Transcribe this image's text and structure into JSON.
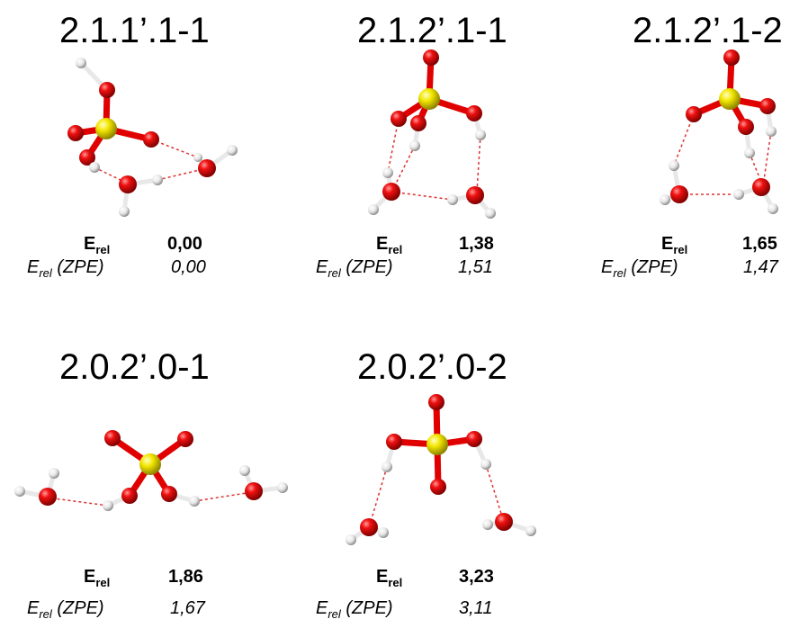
{
  "energy_label": "E",
  "energy_subscript": "rel",
  "zpe_label_suffix": " (ZPE)",
  "colors": {
    "oxygen": "#e00000",
    "sulfur": "#f2e600",
    "hydrogen": "#f4f4f4",
    "hbond": "#e03030"
  },
  "structures": [
    {
      "title": "2.1.1’.1-1",
      "erel": "0,00",
      "erel_zpe": "0,00"
    },
    {
      "title": "2.1.2’.1-1",
      "erel": "1,38",
      "erel_zpe": "1,51"
    },
    {
      "title": "2.1.2’.1-2",
      "erel": "1,65",
      "erel_zpe": "1,47"
    },
    {
      "title": "2.0.2’.0-1",
      "erel": "1,86",
      "erel_zpe": "1,67"
    },
    {
      "title": "2.0.2’.0-2",
      "erel": "3,23",
      "erel_zpe": "3,11"
    }
  ]
}
